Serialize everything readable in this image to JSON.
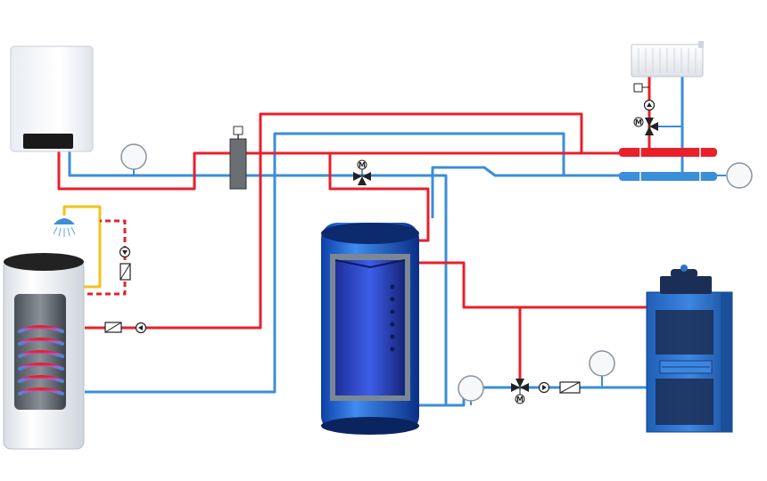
{
  "colors": {
    "supply": "#e8202a",
    "return": "#3b8ed8",
    "dhw": "#f2c21b",
    "tank_blue": "#1f6fe0",
    "tank_dark": "#0c2a6e",
    "boiler_body": "#2f72c9",
    "boiler_dark": "#1b2e55",
    "white_unit": "#f4f6f8",
    "outline": "#333333"
  },
  "symbols": {
    "valve_motor_label": "M"
  },
  "components": [
    "wall-mounted-gas-boiler",
    "hydraulic-separator",
    "expansion-vessel",
    "buffer-tank",
    "solid-fuel-boiler",
    "hot-water-cylinder",
    "radiator",
    "manifold",
    "shower-head"
  ]
}
